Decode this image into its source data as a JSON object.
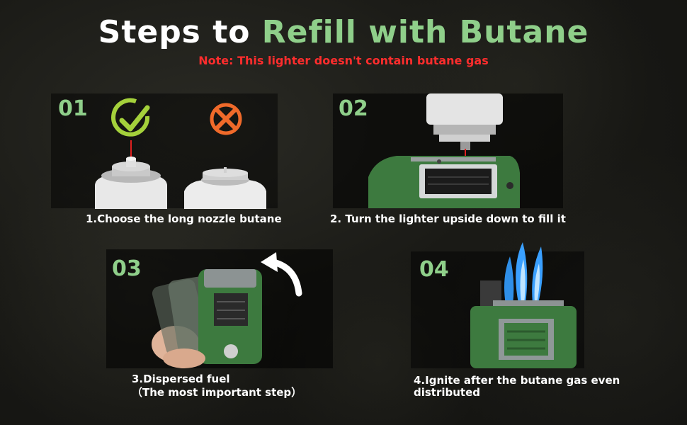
{
  "title": {
    "part1": "Steps to ",
    "part2": "Refill with Butane"
  },
  "note": "Note: This lighter doesn't contain butane gas",
  "colors": {
    "accent_green": "#8fcf8a",
    "note_red": "#ff2d2d",
    "check_green": "#a4d13b",
    "cross_orange": "#f06a2a",
    "lighter_green": "#3d7a3f",
    "flame_blue": "#3aa0ff"
  },
  "steps": [
    {
      "number": "01",
      "caption": "1.Choose the long nozzle butane",
      "icons": [
        "check-icon",
        "cross-icon"
      ]
    },
    {
      "number": "02",
      "caption": "2. Turn the lighter upside down to fill it"
    },
    {
      "number": "03",
      "caption_line1": "3.Dispersed fuel",
      "caption_line2": "（The most important step）",
      "icons": [
        "curved-arrow-icon"
      ]
    },
    {
      "number": "04",
      "caption_line1": "4.Ignite after the butane gas even",
      "caption_line2": "distributed",
      "icons": [
        "flame-icon"
      ]
    }
  ]
}
